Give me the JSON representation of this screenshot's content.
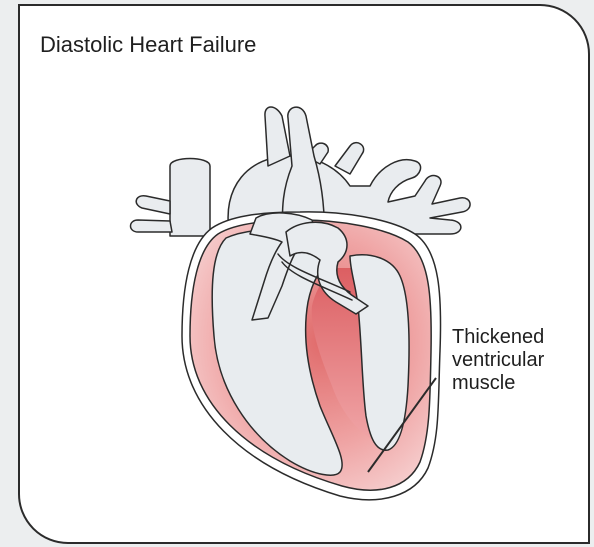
{
  "title": "Diastolic Heart Failure",
  "annotation": {
    "lines": [
      "Thickened",
      "ventricular",
      "muscle"
    ]
  },
  "colors": {
    "page_background": "#eceeef",
    "card_background": "#ffffff",
    "outline": "#2b2b2b",
    "muscle_dark": "#e07a7a",
    "muscle_light": "#f6cfcf",
    "chamber_fill": "#e8ecef"
  }
}
